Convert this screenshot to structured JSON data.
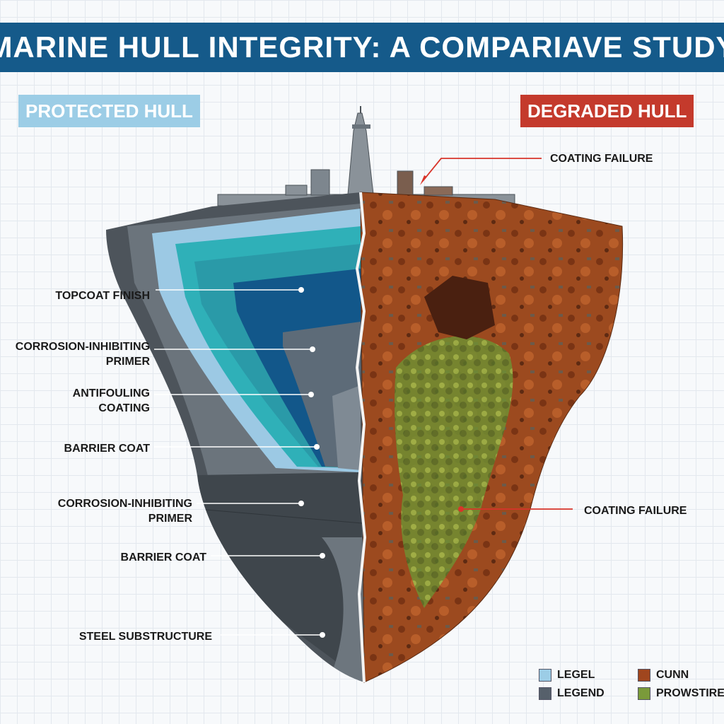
{
  "title": "MARINE HULL INTEGRITY: A COMPARIAVE STUDY",
  "protected_label": "PROTECTED HULL",
  "degraded_label": "DEGRADED HULL",
  "left_callouts": [
    {
      "line1": "TOPCOAT FINISH",
      "line2": ""
    },
    {
      "line1": "CORROSION-INHIBITING",
      "line2": "PRIMER"
    },
    {
      "line1": "ANTIFOULING",
      "line2": "COATING"
    },
    {
      "line1": "BARRIER COAT",
      "line2": ""
    },
    {
      "line1": "CORROSION-INHIBITING",
      "line2": "PRIMER"
    },
    {
      "line1": "BARRIER COAT",
      "line2": ""
    },
    {
      "line1": "STEEL SUBSTRUCTURE",
      "line2": ""
    }
  ],
  "right_callouts": [
    {
      "text": "COATING FAILURE"
    },
    {
      "text": "COATING FAILURE"
    }
  ],
  "legend": [
    {
      "label": "LEGEL",
      "color": "#9ccde6"
    },
    {
      "label": "CUNN",
      "color": "#a0461e"
    },
    {
      "label": "LEGEND",
      "color": "#56606b"
    },
    {
      "label": "PROWSTIRE",
      "color": "#7a9a3a"
    }
  ],
  "colors": {
    "title_bar": "#155a8a",
    "protected": "#9ccde6",
    "degraded": "#c43a2c",
    "rust": "#a0461e",
    "leader_red": "#d8342a"
  }
}
